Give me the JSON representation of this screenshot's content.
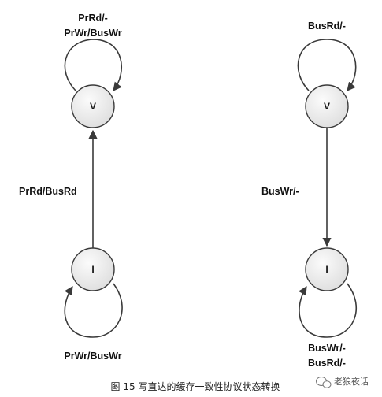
{
  "left_diagram": {
    "state_top": "V",
    "state_bottom": "I",
    "top_loop_label_line1": "PrRd/-",
    "top_loop_label_line2": "PrWr/BusWr",
    "transition_label": "PrRd/BusRd",
    "bottom_loop_label": "PrWr/BusWr"
  },
  "right_diagram": {
    "state_top": "V",
    "state_bottom": "I",
    "top_loop_label": "BusRd/-",
    "transition_label": "BusWr/-",
    "bottom_loop_label_line1": "BusWr/-",
    "bottom_loop_label_line2": "BusRd/-"
  },
  "caption": "图 15  写直达的缓存一致性协议状态转换",
  "watermark": "老狼夜话",
  "colors": {
    "node_fill_light": "#fbfbfb",
    "node_fill_dark": "#dedede",
    "stroke": "#3a3a3a"
  }
}
